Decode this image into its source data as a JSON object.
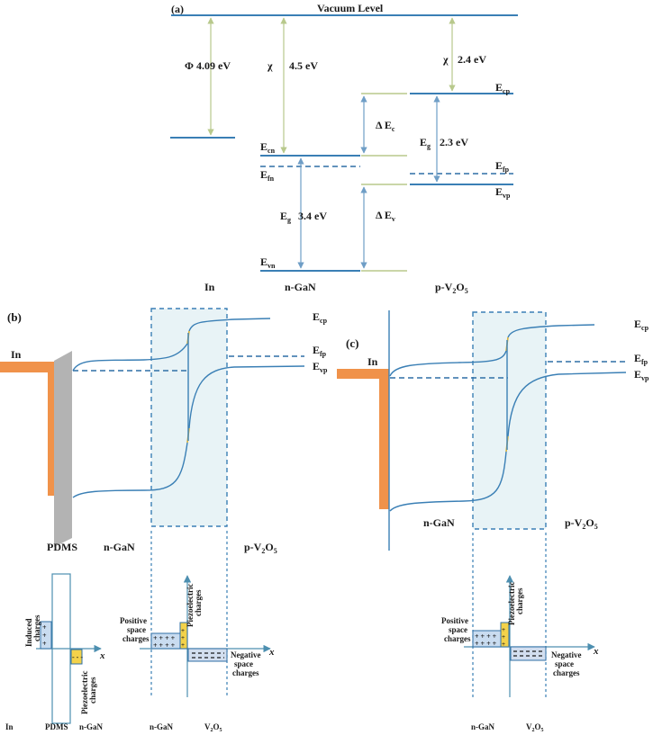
{
  "panel_a": {
    "label": "(a)",
    "vacuum_level": "Vacuum Level",
    "phi_label": "Φ",
    "phi_value": "4.09 eV",
    "chi_gan_label": "χ",
    "chi_gan_value": "4.5 eV",
    "chi_v2o5_label": "χ",
    "chi_v2o5_value": "2.4 eV",
    "ecn": {
      "main": "E",
      "sub": "cn"
    },
    "efn": {
      "main": "E",
      "sub": "fn"
    },
    "evn": {
      "main": "E",
      "sub": "vn"
    },
    "eg_gan": {
      "main": "E",
      "sub": "g",
      "value": "3.4 eV"
    },
    "ecp": {
      "main": "E",
      "sub": "cp"
    },
    "efp": {
      "main": "E",
      "sub": "fp"
    },
    "evp": {
      "main": "E",
      "sub": "vp"
    },
    "eg_v2o5": {
      "main": "E",
      "sub": "g",
      "value": "2.3 eV"
    },
    "delta_ec": {
      "main": "Δ E",
      "sub": "c"
    },
    "delta_ev": {
      "main": "Δ E",
      "sub": "v"
    },
    "material_in": "In",
    "material_gan": "n-GaN",
    "material_v2o5": {
      "p": "p-V",
      "s1": "2",
      "o": "O",
      "s2": "5"
    }
  },
  "panel_b": {
    "label": "(b)",
    "in_label": "In",
    "ecp": {
      "main": "E",
      "sub": "cp"
    },
    "efp": {
      "main": "E",
      "sub": "fp"
    },
    "evp": {
      "main": "E",
      "sub": "vp"
    },
    "pdms": "PDMS",
    "gan": "n-GaN",
    "v2o5": {
      "p": "p-V",
      "s1": "2",
      "o": "O",
      "s2": "5"
    },
    "induced_charges": [
      "Induced",
      "charges"
    ],
    "piezo_left": [
      "Piezoelectric",
      "charges"
    ],
    "piezo_top": [
      "Piezoelectric",
      "charges"
    ],
    "positive": [
      "Positive",
      "space",
      "charges"
    ],
    "negative": [
      "Negative",
      "space",
      "charges"
    ],
    "x_left": "x",
    "x_right": "x",
    "bottom_in": "In",
    "bottom_pdms": "PDMS",
    "bottom_gan_left": "n-GaN",
    "bottom_gan": "n-GaN",
    "bottom_v2o5": {
      "v": "V",
      "s1": "2",
      "o": "O",
      "s2": "5"
    }
  },
  "panel_c": {
    "label": "(c)",
    "in_label": "In",
    "ecp": {
      "main": "E",
      "sub": "cp"
    },
    "efp": {
      "main": "E",
      "sub": "fp"
    },
    "evp": {
      "main": "E",
      "sub": "vp"
    },
    "gan": "n-GaN",
    "v2o5": {
      "p": "p-V",
      "s1": "2",
      "o": "O",
      "s2": "5"
    },
    "piezo_top": [
      "Piezoelectric",
      "charges"
    ],
    "positive": [
      "Positive",
      "space",
      "charges"
    ],
    "negative": [
      "Negative",
      "space",
      "charges"
    ],
    "x_right": "x",
    "bottom_gan": "n-GaN",
    "bottom_v2o5": {
      "v": "V",
      "s1": "2",
      "o": "O",
      "s2": "5"
    }
  },
  "colors": {
    "band": "#3a7fb5",
    "olive": "#b8c98c",
    "metal": "#f0924a",
    "pdms": "#b3b3b3",
    "piezo": "#f3d24a",
    "positive_fill": "#c9dcf0",
    "negative_fill": "#d2deef",
    "box_fill": "#e8f3f6"
  }
}
